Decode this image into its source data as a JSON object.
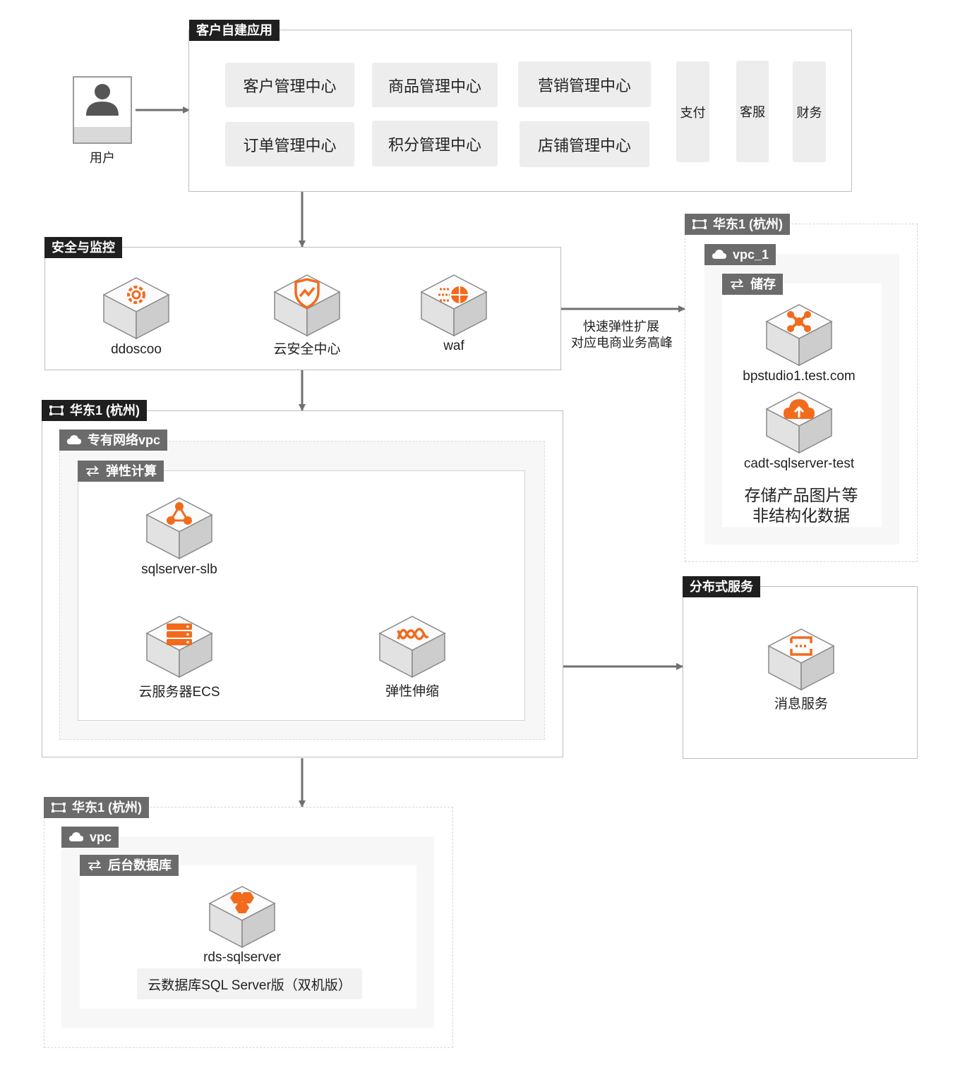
{
  "user": {
    "label": "用户"
  },
  "apps": {
    "title": "客户自建应用",
    "items": [
      "客户管理中心",
      "商品管理中心",
      "营销管理中心",
      "订单管理中心",
      "积分管理中心",
      "店铺管理中心"
    ],
    "side_items": [
      "支付",
      "客服",
      "财务"
    ]
  },
  "security": {
    "title": "安全与监控",
    "nodes": [
      {
        "label": "ddoscoo",
        "icon": "gear-icon"
      },
      {
        "label": "云安全中心",
        "icon": "shield-icon"
      },
      {
        "label": "waf",
        "icon": "firewall-icon"
      }
    ]
  },
  "edge_label": {
    "line1": "快速弹性扩展",
    "line2": "对应电商业务高峰"
  },
  "region_storage": {
    "region": "华东1 (杭州)",
    "vpc": "vpc_1",
    "group": "储存",
    "nodes": [
      {
        "label": "bpstudio1.test.com",
        "icon": "oss-icon"
      },
      {
        "label": "cadt-sqlserver-test",
        "icon": "cloud-storage-icon"
      }
    ],
    "note_line1": "存储产品图片等",
    "note_line2": "非结构化数据"
  },
  "region_compute": {
    "region": "华东1 (杭州)",
    "vpc": "专有网络vpc",
    "group": "弹性计算",
    "nodes": [
      {
        "label": "sqlserver-slb",
        "icon": "load-balancer-icon"
      },
      {
        "label": "云服务器ECS",
        "icon": "server-icon"
      },
      {
        "label": "弹性伸缩",
        "icon": "autoscaling-icon"
      }
    ]
  },
  "distributed": {
    "title": "分布式服务",
    "node": {
      "label": "消息服务",
      "icon": "message-icon"
    }
  },
  "region_db": {
    "region": "华东1 (杭州)",
    "vpc": "vpc",
    "group": "后台数据库",
    "node": {
      "label": "rds-sqlserver",
      "icon": "rds-icon"
    },
    "note": "云数据库SQL Server版（双机版）"
  },
  "colors": {
    "accent": "#f26b1d",
    "tag_dark": "#1f1f1f",
    "tag_gray": "#6b6b6b",
    "arrow": "#707070"
  }
}
